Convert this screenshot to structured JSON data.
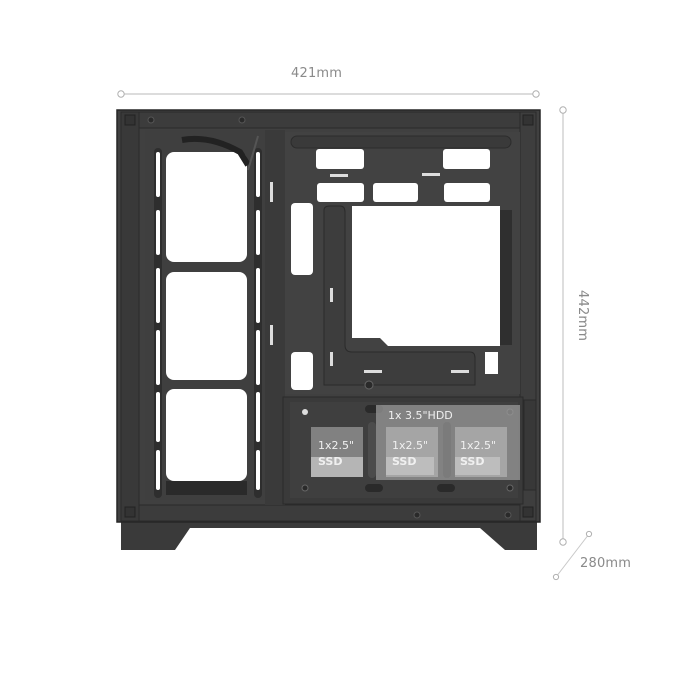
{
  "product": {
    "description": "PC case side view with dimensions",
    "colors": {
      "case": "#3b3b3b",
      "case_dark": "#2a2a2a",
      "dimension_line": "#c8c8c8",
      "dimension_text": "#8a8a8a",
      "overlay": "#9a9a9a"
    }
  },
  "dimensions": {
    "width": "421mm",
    "height": "442mm",
    "depth": "280mm"
  },
  "drive_bays": {
    "hdd": {
      "label": "1x 3.5\"HDD"
    },
    "ssd": [
      {
        "qty": "1x2.5\"",
        "type": "SSD"
      },
      {
        "qty": "1x2.5\"",
        "type": "SSD"
      },
      {
        "qty": "1x2.5\"",
        "type": "SSD"
      }
    ]
  }
}
